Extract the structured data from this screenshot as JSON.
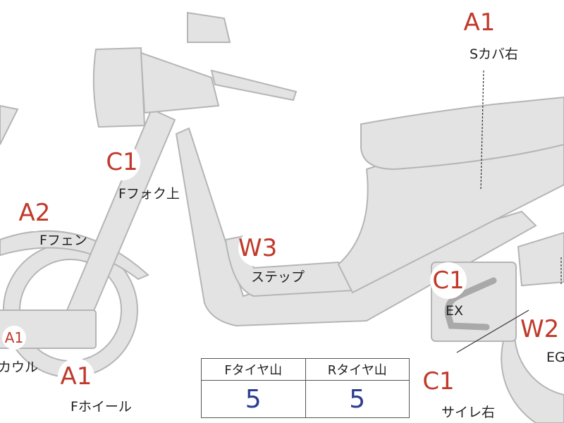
{
  "colors": {
    "body_fill": "#e3e3e3",
    "outline": "#b5b5b5",
    "grade_text": "#c0392b",
    "value_text": "#2a3d8f",
    "label_text": "#222222"
  },
  "parts": [
    {
      "grade": "A1",
      "label": "Sカバ右"
    },
    {
      "grade": "C1",
      "label": "Fフォク上"
    },
    {
      "grade": "A2",
      "label": "Fフェン"
    },
    {
      "grade": "W3",
      "label": "ステップ"
    },
    {
      "grade": "C1",
      "label": "EX"
    },
    {
      "grade": "W2",
      "label": "EG"
    },
    {
      "grade": "A1",
      "label": "カウル"
    },
    {
      "grade": "A1",
      "label": "Fホイール"
    },
    {
      "grade": "C1",
      "label": "サイレ右"
    }
  ],
  "tire_table": {
    "headers": [
      "Fタイヤ山",
      "Rタイヤ山"
    ],
    "values": [
      "5",
      "5"
    ]
  }
}
